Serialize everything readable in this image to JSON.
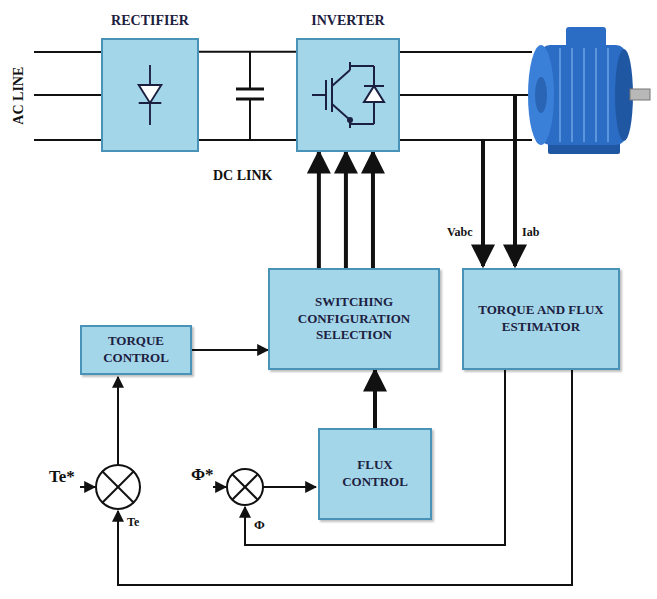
{
  "diagram": {
    "nodes": [
      {
        "text": [
          "RECTIFIER"
        ]
      },
      {
        "text": [
          "INVERTER"
        ]
      },
      {
        "text": [
          "SWITCHING CONFIGURATION SELECTION"
        ]
      },
      {
        "text": [
          "TORQUE AND FLUX ESTIMATOR"
        ]
      },
      {
        "text": [
          "TORQUE CONTROL"
        ]
      },
      {
        "text": [
          "FLUX CONTROL"
        ]
      }
    ],
    "edges": [
      {
        "from": 0,
        "to": 1,
        "arrow": "none"
      },
      {
        "from": 0,
        "to": 1,
        "arrow": "none"
      },
      {
        "from": 2,
        "to": 1,
        "arrow": "to"
      },
      {
        "from": 2,
        "to": 1,
        "arrow": "to"
      },
      {
        "from": 2,
        "to": 1,
        "arrow": "to"
      },
      {
        "from": 4,
        "to": 2,
        "arrow": "to"
      },
      {
        "from": 5,
        "to": 2,
        "arrow": "to"
      }
    ],
    "labels": [
      "AC LINE",
      "DC LINK",
      "Vabc",
      "Iab",
      "Te*",
      "Te",
      "Φ*",
      "Φ"
    ]
  }
}
